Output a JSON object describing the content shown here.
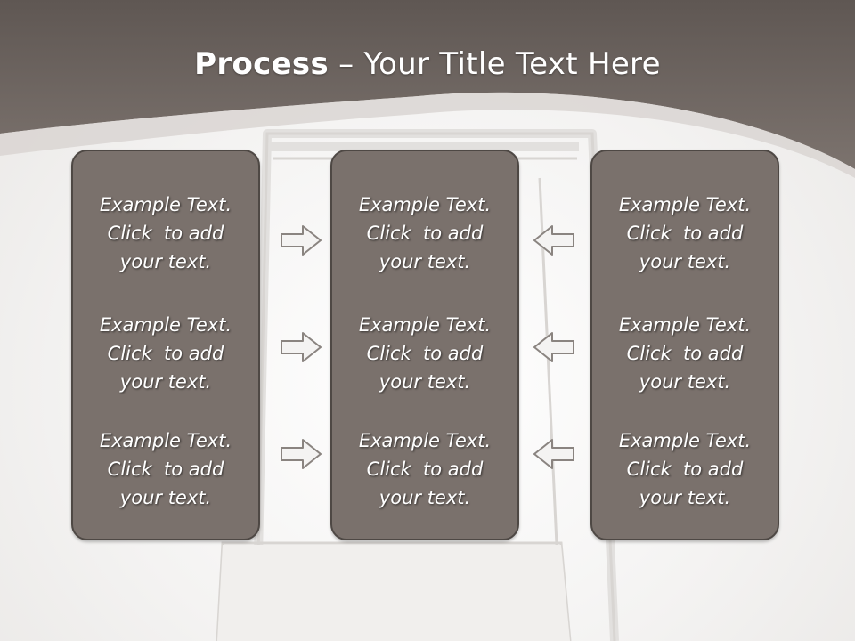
{
  "title": {
    "bold": "Process",
    "rest": " – Your Title Text Here"
  },
  "panels": [
    {
      "items": [
        {
          "l1": "Example Text.",
          "l2": "Click  to add",
          "l3": "your text."
        },
        {
          "l1": "Example Text.",
          "l2": "Click  to add",
          "l3": "your text."
        },
        {
          "l1": "Example Text.",
          "l2": "Click  to add",
          "l3": "your text."
        }
      ]
    },
    {
      "items": [
        {
          "l1": "Example Text.",
          "l2": "Click  to add",
          "l3": "your text."
        },
        {
          "l1": "Example Text.",
          "l2": "Click  to add",
          "l3": "your text."
        },
        {
          "l1": "Example Text.",
          "l2": "Click  to add",
          "l3": "your text."
        }
      ]
    },
    {
      "items": [
        {
          "l1": "Example Text.",
          "l2": "Click  to add",
          "l3": "your text."
        },
        {
          "l1": "Example Text.",
          "l2": "Click  to add",
          "l3": "your text."
        },
        {
          "l1": "Example Text.",
          "l2": "Click  to add",
          "l3": "your text."
        }
      ]
    }
  ],
  "arrows": {
    "left_column": "right-arrow-icon",
    "right_column": "left-arrow-icon"
  },
  "colors": {
    "header": "#6f6662",
    "panel": "#7a716c",
    "panel_border": "#4e4844",
    "text": "#ffffff"
  }
}
